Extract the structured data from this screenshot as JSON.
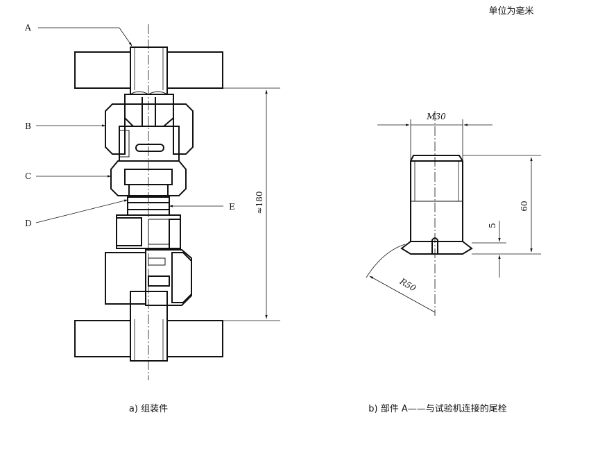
{
  "unit_note": "单位为毫米",
  "labels": {
    "a": "A",
    "b": "B",
    "c": "C",
    "d": "D",
    "e": "E"
  },
  "dimensions": {
    "overall": "≈180",
    "thread": "M30",
    "height": "60",
    "slot": "5",
    "radius": "R50"
  },
  "captions": {
    "a": "a) 组装件",
    "b": "b) 部件 A——与试验机连接的尾栓"
  }
}
